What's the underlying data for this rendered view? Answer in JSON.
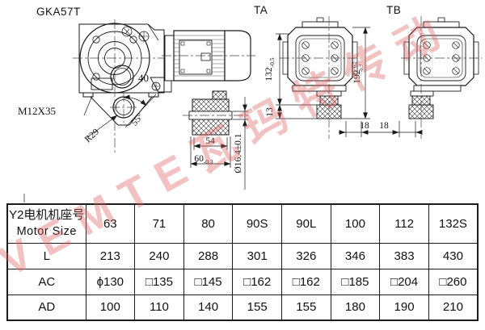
{
  "sheet": {
    "title": "GKA57T",
    "view_ta": "TA",
    "view_tb": "TB"
  },
  "dims": {
    "d40": "40",
    "m12x35": "M12X35",
    "r29": "R29",
    "a55": "55°",
    "d54": "54",
    "d60": "60",
    "d60_tol": "-0.3",
    "dia164": "Ø16.4±0.1",
    "d13": "13",
    "d132": "132",
    "d132_tol": "-0.5",
    "d192": "192",
    "d192_tol_hi": "-0.2",
    "d192_tol_lo": "-0.7",
    "d18a": "18",
    "d18b": "18"
  },
  "watermark": {
    "text": "VEMTE瓦玛特传动",
    "color_hex": "#de5f5f"
  },
  "table": {
    "header_cn": "Y2电机机座号",
    "header_en": "Motor Size",
    "columns": [
      "63",
      "71",
      "80",
      "90S",
      "90L",
      "100",
      "112",
      "132S"
    ],
    "rows": [
      {
        "label": "L",
        "values": [
          "213",
          "240",
          "288",
          "301",
          "326",
          "346",
          "383",
          "430"
        ]
      },
      {
        "label": "AC",
        "values": [
          "ϕ130",
          "□135",
          "□145",
          "□162",
          "□162",
          "□185",
          "□204",
          "□260"
        ]
      },
      {
        "label": "AD",
        "values": [
          "100",
          "110",
          "140",
          "155",
          "155",
          "180",
          "190",
          "210"
        ]
      }
    ]
  }
}
